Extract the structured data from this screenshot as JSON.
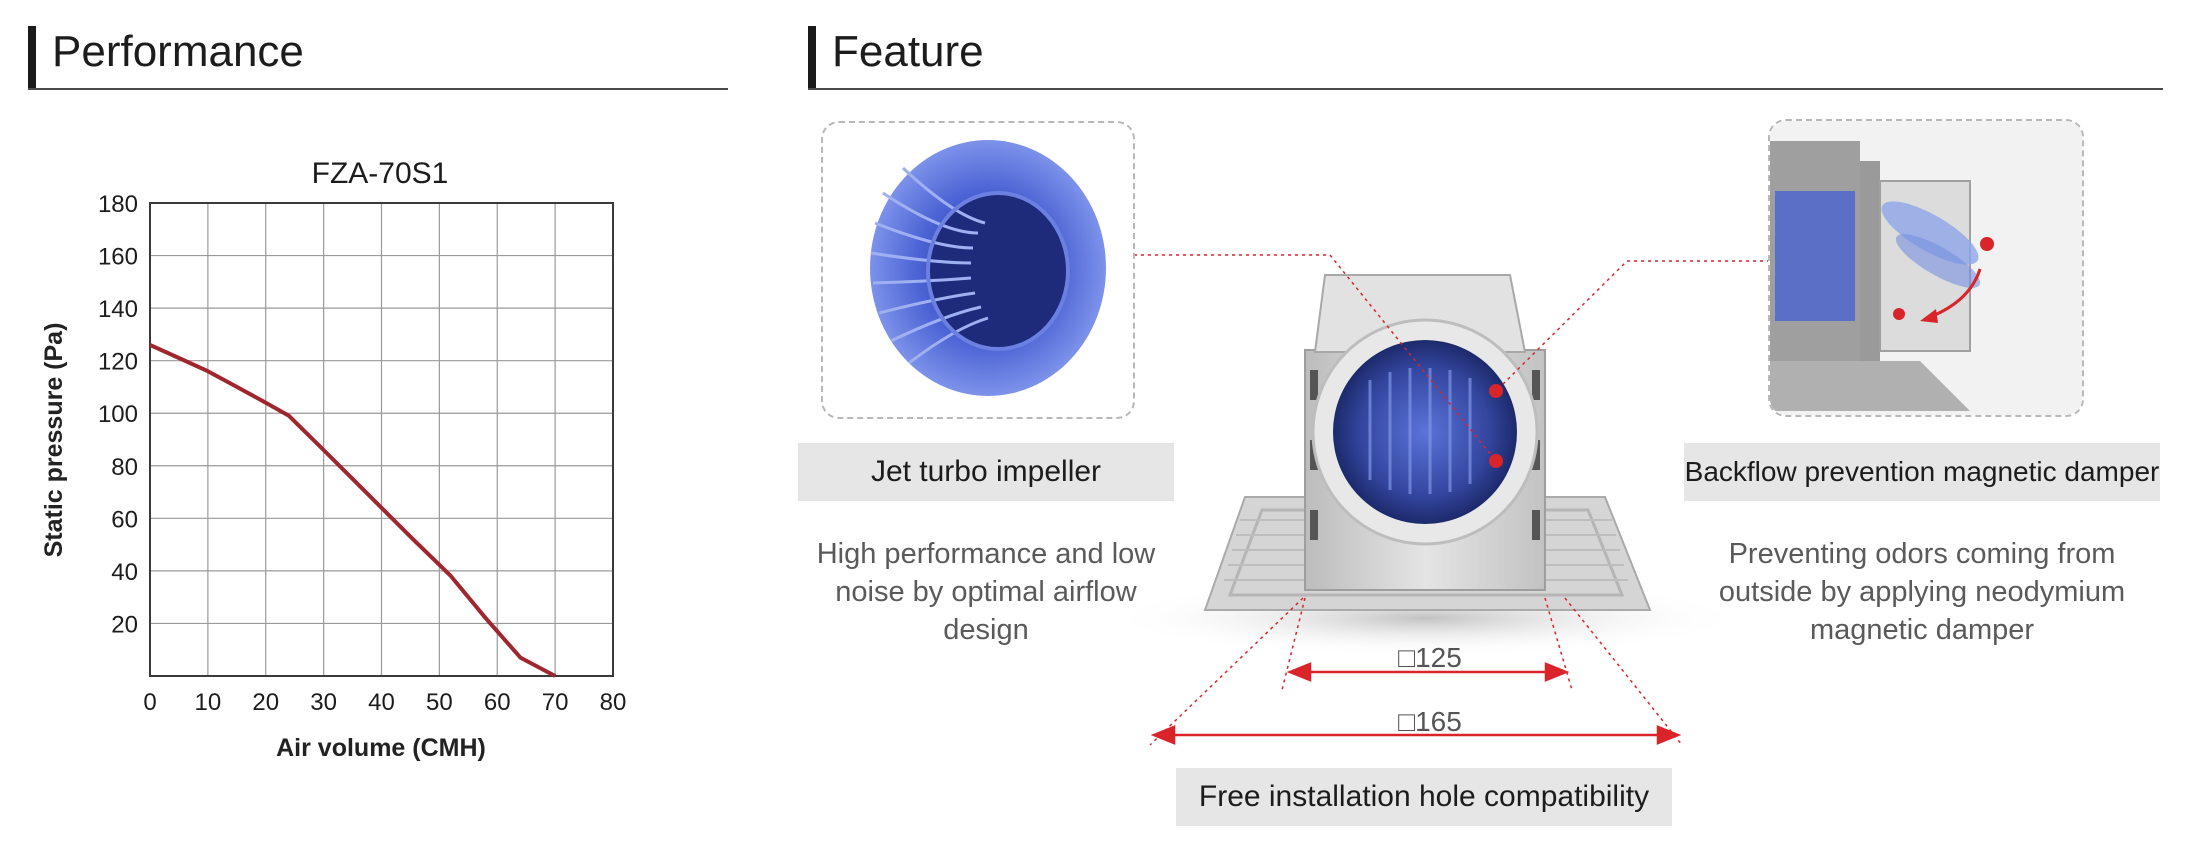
{
  "performance": {
    "heading": "Performance"
  },
  "feature": {
    "heading": "Feature",
    "impeller": {
      "label": "Jet turbo impeller",
      "desc": "High performance and low noise by optimal airflow design"
    },
    "damper": {
      "label": "Backflow prevention magnetic damper",
      "desc": "Preventing odors coming from outside by applying neodymium magnetic damper"
    },
    "installation": {
      "label": "Free installation hole compatibility",
      "dim_inner": "□125",
      "dim_outer": "□165"
    }
  },
  "colors": {
    "curve": "#a0262d",
    "accent_red": "#d9242a",
    "impeller_blue": "#3d52c8"
  },
  "chart_data": {
    "type": "line",
    "title": "FZA-70S1",
    "xlabel": "Air volume (CMH)",
    "ylabel": "Static pressure (Pa)",
    "xlim": [
      0,
      80
    ],
    "ylim": [
      0,
      180
    ],
    "x_ticks": [
      "0",
      "10",
      "20",
      "30",
      "40",
      "50",
      "60",
      "70",
      "80"
    ],
    "y_ticks": [
      "20",
      "40",
      "60",
      "80",
      "100",
      "120",
      "140",
      "160",
      "180"
    ],
    "grid": true,
    "series": [
      {
        "x": [
          0,
          5,
          10,
          15,
          20,
          24,
          30,
          35,
          40,
          45,
          52,
          58,
          64,
          70
        ],
        "y": [
          126,
          121,
          116,
          110,
          104,
          99,
          86,
          75,
          64,
          53,
          38,
          22,
          7,
          0
        ]
      }
    ]
  }
}
